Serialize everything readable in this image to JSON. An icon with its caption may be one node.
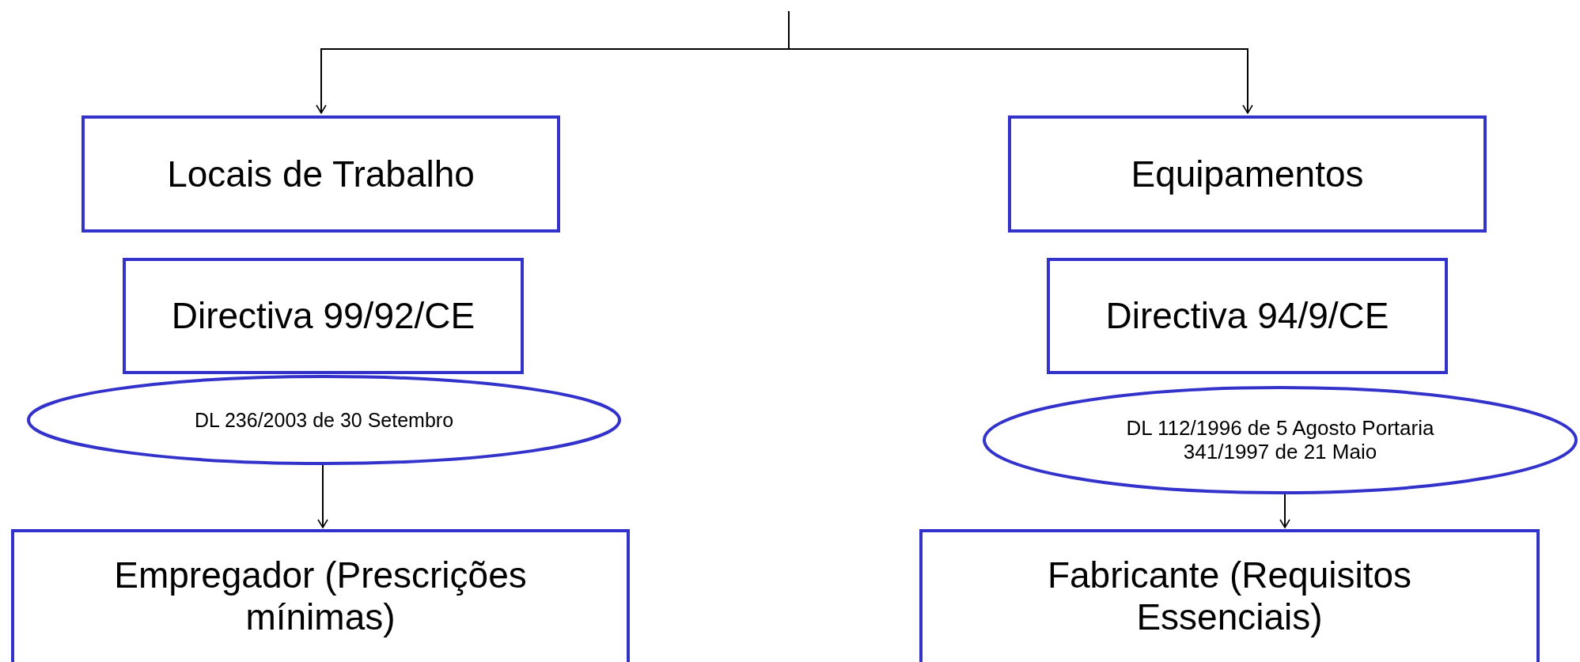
{
  "diagram": {
    "nodes": [
      {
        "text": [
          "Locais de Trabalho"
        ]
      },
      {
        "text": [
          "Directiva 99/92/CE"
        ]
      },
      {
        "text": [
          "DL 236/2003 de 30 Setembro"
        ]
      },
      {
        "text": [
          "Empregador (Prescrições mínimas)"
        ]
      },
      {
        "text": [
          "Equipamentos"
        ]
      },
      {
        "text": [
          "Directiva 94/9/CE"
        ]
      },
      {
        "text": [
          "DL 112/1996 de 5 Agosto Portaria 341/1997 de 21 Maio"
        ]
      },
      {
        "text": [
          "Fabricante (Requisitos Essenciais)"
        ]
      }
    ],
    "edges": [
      {
        "from": null,
        "to": 0,
        "arrow": "to"
      },
      {
        "from": null,
        "to": 4,
        "arrow": "to"
      },
      {
        "from": 2,
        "to": 3,
        "arrow": "to"
      },
      {
        "from": 6,
        "to": 7,
        "arrow": "to"
      }
    ]
  }
}
